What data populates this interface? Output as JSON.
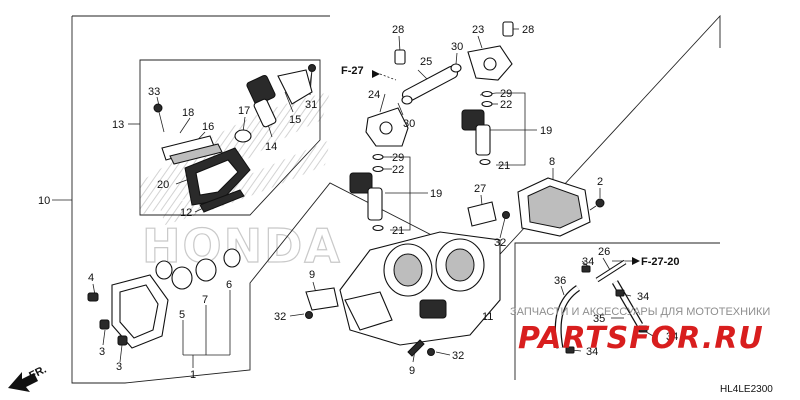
{
  "diagram": {
    "callouts": [
      {
        "id": "c10",
        "text": "10"
      },
      {
        "id": "c13",
        "text": "13"
      },
      {
        "id": "c33",
        "text": "33"
      },
      {
        "id": "c18",
        "text": "18"
      },
      {
        "id": "c16",
        "text": "16"
      },
      {
        "id": "c17",
        "text": "17"
      },
      {
        "id": "c15",
        "text": "15"
      },
      {
        "id": "c14",
        "text": "14"
      },
      {
        "id": "c31",
        "text": "31"
      },
      {
        "id": "c20",
        "text": "20"
      },
      {
        "id": "c12",
        "text": "12"
      },
      {
        "id": "c24",
        "text": "24"
      },
      {
        "id": "c25",
        "text": "25"
      },
      {
        "id": "c28a",
        "text": "28"
      },
      {
        "id": "c30a",
        "text": "30"
      },
      {
        "id": "c30b",
        "text": "30"
      },
      {
        "id": "c23",
        "text": "23"
      },
      {
        "id": "c28b",
        "text": "28"
      },
      {
        "id": "c29a",
        "text": "29"
      },
      {
        "id": "c22a",
        "text": "22"
      },
      {
        "id": "c19a",
        "text": "19"
      },
      {
        "id": "c21a",
        "text": "21"
      },
      {
        "id": "c29b",
        "text": "29"
      },
      {
        "id": "c22b",
        "text": "22"
      },
      {
        "id": "c19b",
        "text": "19"
      },
      {
        "id": "c21b",
        "text": "21"
      },
      {
        "id": "c8",
        "text": "8"
      },
      {
        "id": "c2",
        "text": "2"
      },
      {
        "id": "c27",
        "text": "27"
      },
      {
        "id": "c32a",
        "text": "32"
      },
      {
        "id": "c4",
        "text": "4"
      },
      {
        "id": "c3a",
        "text": "3"
      },
      {
        "id": "c3b",
        "text": "3"
      },
      {
        "id": "c5",
        "text": "5"
      },
      {
        "id": "c7",
        "text": "7"
      },
      {
        "id": "c6",
        "text": "6"
      },
      {
        "id": "c1",
        "text": "1"
      },
      {
        "id": "c9a",
        "text": "9"
      },
      {
        "id": "c32b",
        "text": "32"
      },
      {
        "id": "c11",
        "text": "11"
      },
      {
        "id": "c9b",
        "text": "9"
      },
      {
        "id": "c32c",
        "text": "32"
      },
      {
        "id": "c26",
        "text": "26"
      },
      {
        "id": "c34a",
        "text": "34"
      },
      {
        "id": "c36",
        "text": "36"
      },
      {
        "id": "c34b",
        "text": "34"
      },
      {
        "id": "c35",
        "text": "35"
      },
      {
        "id": "c34c",
        "text": "34"
      },
      {
        "id": "c34d",
        "text": "34"
      }
    ],
    "refs": [
      {
        "id": "r1",
        "text": "F-27"
      },
      {
        "id": "r2",
        "text": "F-27-20"
      }
    ],
    "front_label": "FR.",
    "drawing_code": "HL4LE2300"
  },
  "watermark": {
    "honda_logo_text": "HONDA",
    "caption": "ЗАПЧАСТИ И АКСЕССУАРЫ ДЛЯ МОТОТЕХНИКИ",
    "brand": "PARTSFOR.RU"
  },
  "colors": {
    "ink": "#111111",
    "watermark_red": "#d81e1e",
    "watermark_grey": "#c9c9c9"
  }
}
